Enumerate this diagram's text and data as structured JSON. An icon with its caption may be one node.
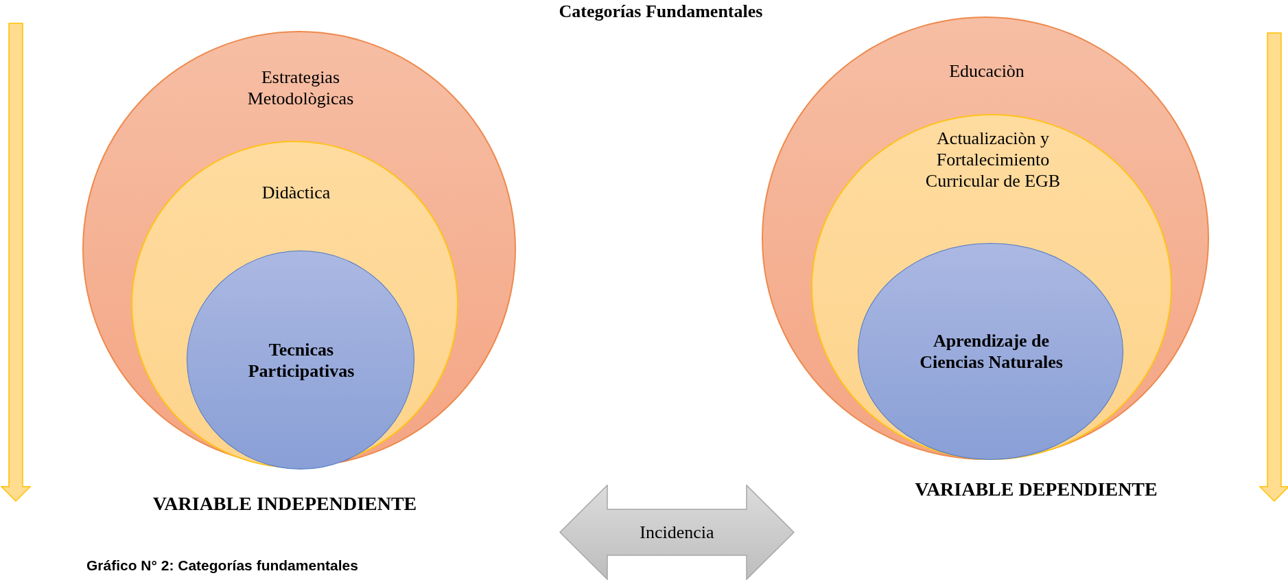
{
  "diagram": {
    "title": "Categorías Fundamentales",
    "caption": "Gráfico N° 2: Categorías fundamentales",
    "nodes": [
      {
        "text": [
          "Estrategias Metodològicas"
        ]
      },
      {
        "text": [
          "Didàctica"
        ],
        "in": 0
      },
      {
        "text": [
          "Tecnicas Participativas"
        ],
        "in": 1
      },
      {
        "text": [
          "Educaciòn"
        ]
      },
      {
        "text": [
          "Actualizaciòn y Fortalecimiento Curricular de EGB"
        ],
        "in": 3
      },
      {
        "text": [
          "Aprendizaje de Ciencias Naturales"
        ],
        "in": 4
      },
      {
        "text": [
          "Incidencia"
        ]
      }
    ],
    "edges": [],
    "labels": [
      "VARIABLE INDEPENDIENTE",
      "VARIABLE DEPENDIENTE"
    ]
  }
}
